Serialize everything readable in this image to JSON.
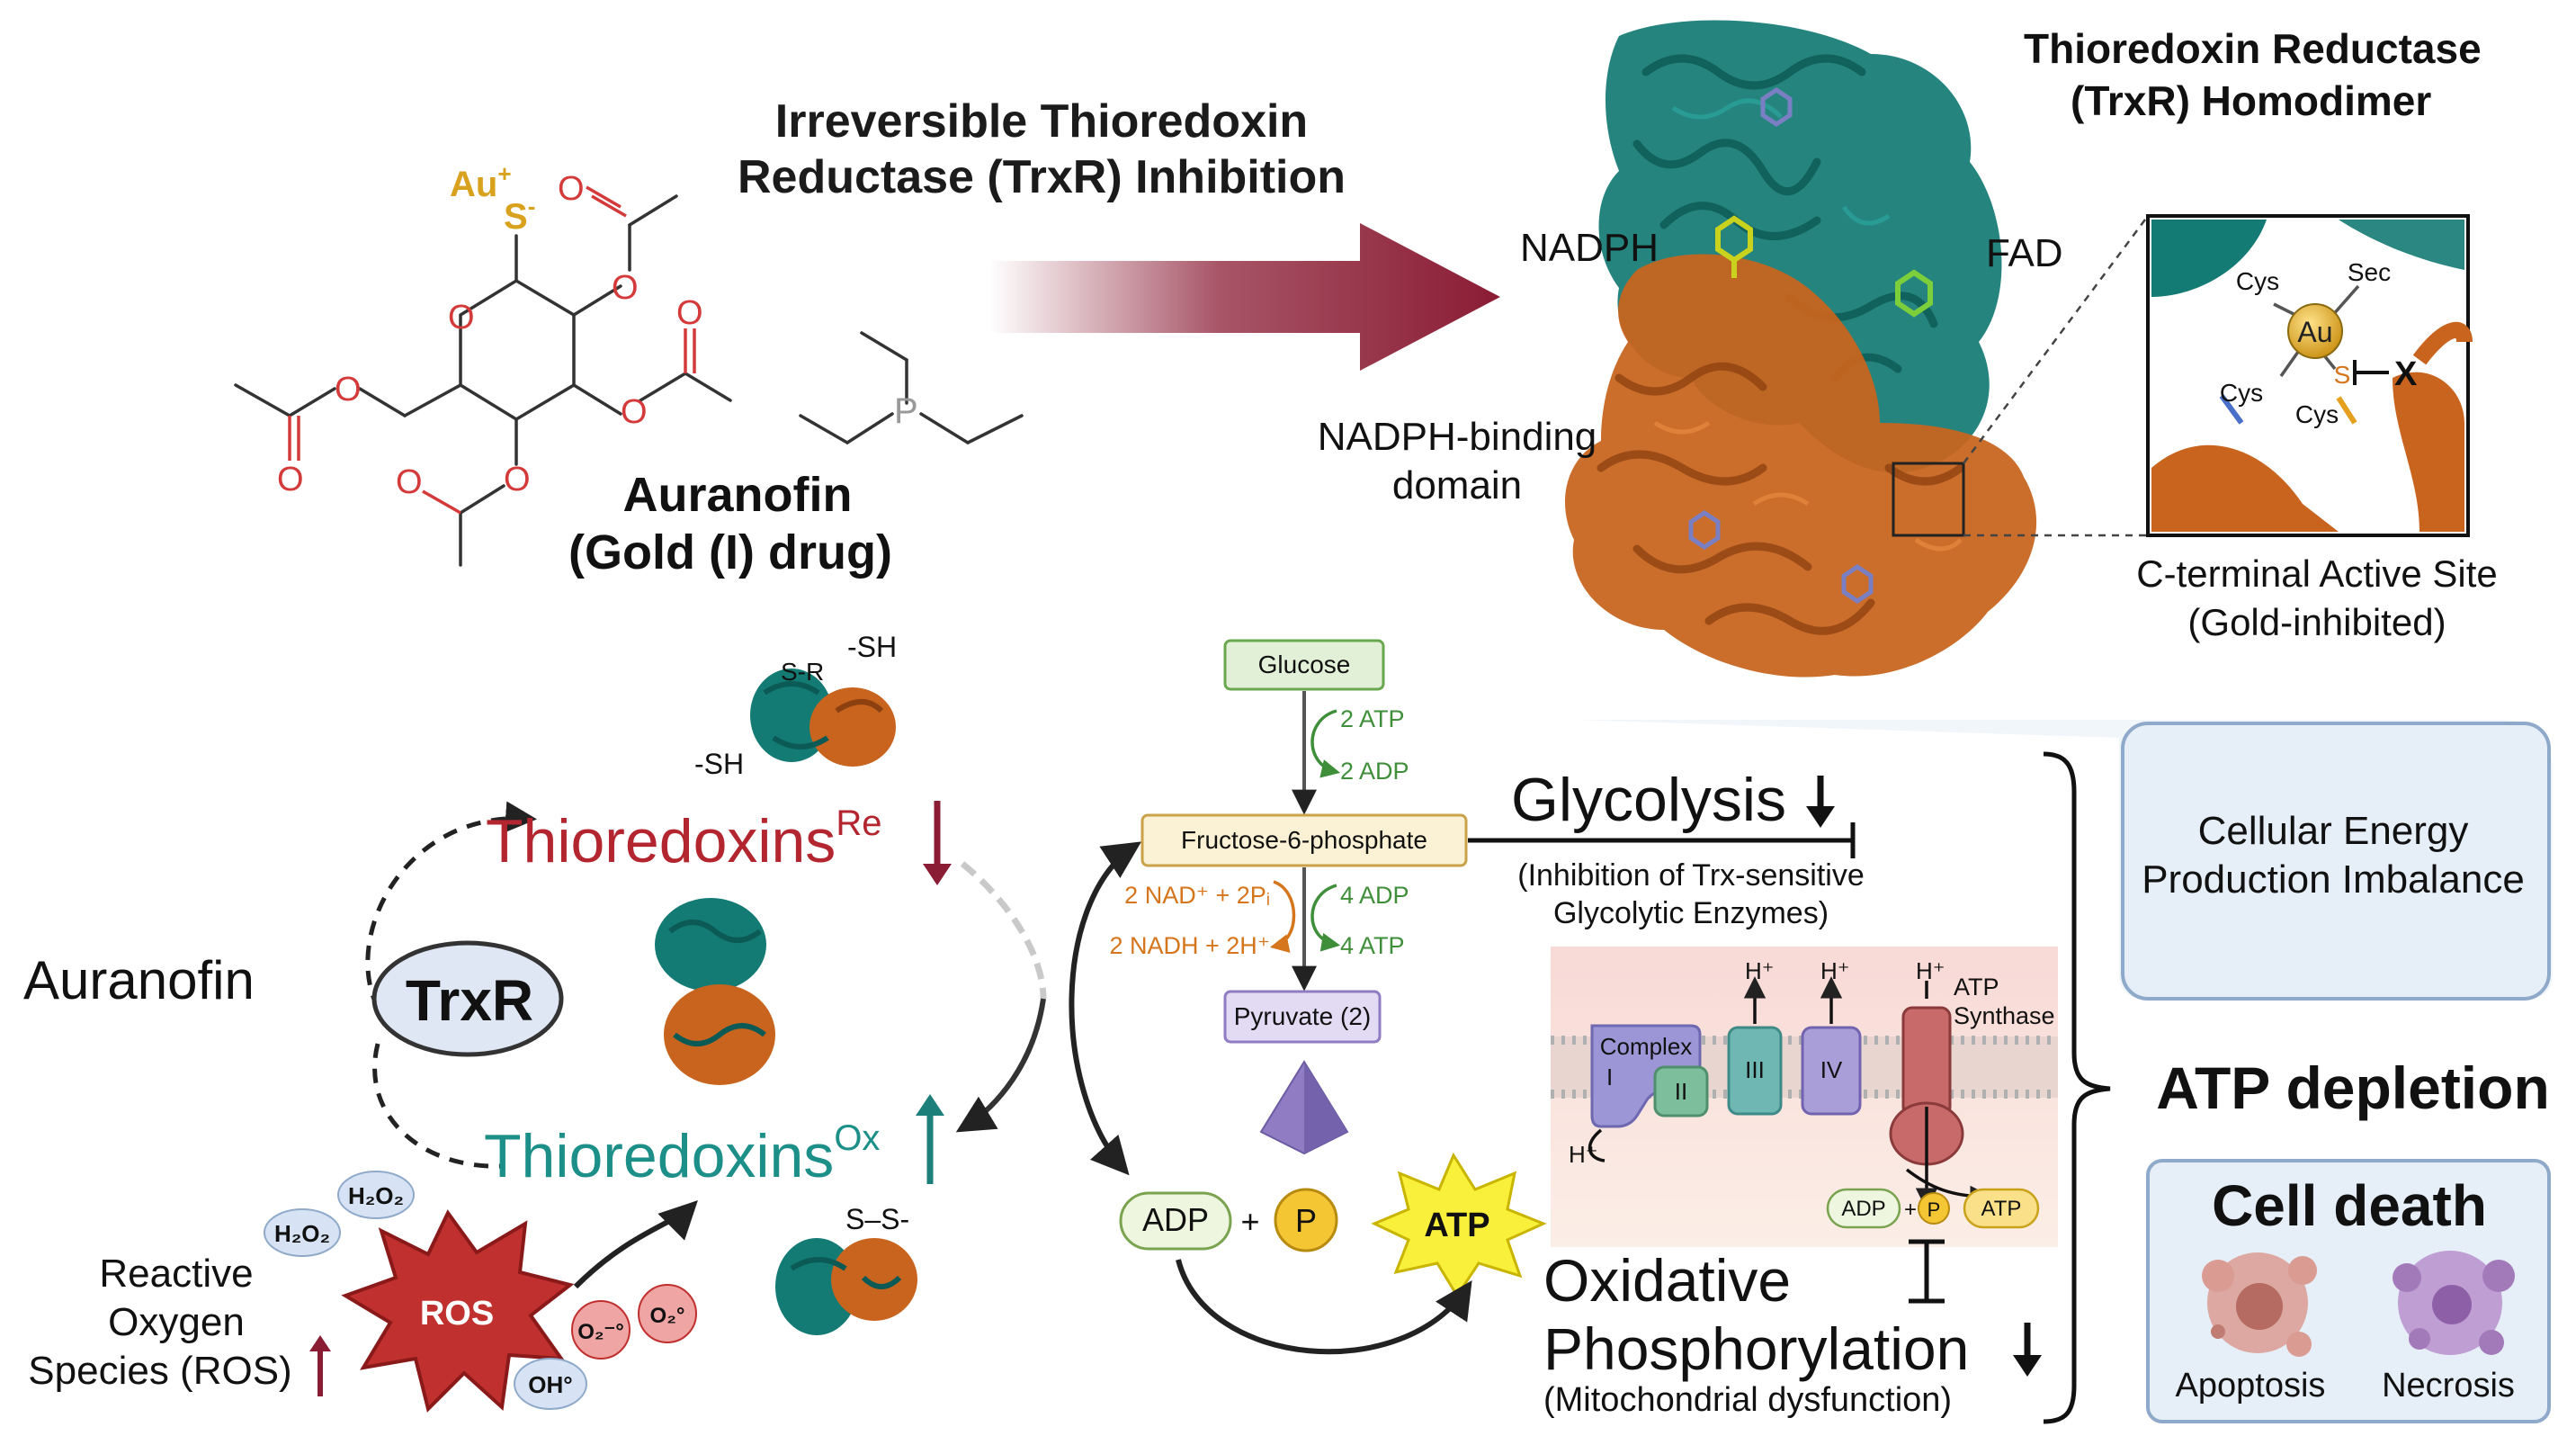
{
  "colors": {
    "teal": "#137a74",
    "orange": "#c8641e",
    "maroon": "#8a1c34",
    "red_text": "#b3262f",
    "teal_text": "#1c8f89",
    "green": "#3f8f3a",
    "orange_text": "#d5751c",
    "gold": "#e0a91d",
    "panel_blue": "#e6eef7",
    "panel_border": "#8ea9c9"
  },
  "top": {
    "arrow_title_line1": "Irreversible Thioredoxin",
    "arrow_title_line2": "Reductase (TrxR) Inhibition",
    "drug_name_line1": "Auranofin",
    "drug_name_line2": "(Gold (I) drug)",
    "molecule": {
      "au": "Au",
      "au_charge": "+",
      "s": "S",
      "s_charge": "-",
      "o": "O",
      "p": "P"
    },
    "protein_title_line1": "Thioredoxin Reductase",
    "protein_title_line2": "(TrxR) Homodimer",
    "label_nadph": "NADPH",
    "label_fad": "FAD",
    "label_binding_line1": "NADPH-binding",
    "label_binding_line2": "domain",
    "inset": {
      "cys1": "Cys",
      "sec": "Sec",
      "au": "Au",
      "cys2": "Cys",
      "s": "S",
      "cys3": "Cys",
      "x": "X"
    },
    "active_site_line1": "C-terminal Active Site",
    "active_site_line2": "(Gold-inhibited)"
  },
  "cycle": {
    "auranofin": "Auranofin",
    "trxr": "TrxR",
    "trx_re": "Thioredoxins",
    "trx_re_sup": "Re",
    "trx_ox": "Thioredoxins",
    "trx_ox_sup": "Ox",
    "sh1": "-SH",
    "sh2": "-SH",
    "sr": "S-R",
    "ss": "S–S-",
    "ros": "ROS",
    "ros_label_line1": "Reactive",
    "ros_label_line2": "Oxygen",
    "ros_label_line3": "Species (ROS)",
    "h2o2": "H₂O₂",
    "oh": "OH°",
    "o2": "O₂⁻°",
    "o2b": "O₂°"
  },
  "glycolysis": {
    "glucose": "Glucose",
    "atp2": "2 ATP",
    "adp2": "2 ADP",
    "f6p": "Fructose-6-phosphate",
    "nad": "2 NAD⁺ + 2Pᵢ",
    "nadh": "2 NADH + 2H⁺",
    "adp4": "4 ADP",
    "atp4": "4 ATP",
    "pyruvate": "Pyruvate (2)",
    "adp": "ADP",
    "plus": "+",
    "p": "P",
    "atp": "ATP",
    "title": "Glycolysis",
    "note_line1": "(Inhibition of Trx-sensitive",
    "note_line2": "Glycolytic Enzymes)"
  },
  "oxphos": {
    "complex": "Complex",
    "c1": "I",
    "c2": "II",
    "c3": "III",
    "c4": "IV",
    "hplus": "H⁺",
    "atp_synthase_line1": "ATP",
    "atp_synthase_line2": "Synthase",
    "adp": "ADP",
    "plus": "+",
    "p": "P",
    "atp": "ATP",
    "title_line1": "Oxidative",
    "title_line2": "Phosphorylation",
    "note": "(Mitochondrial dysfunction)"
  },
  "outcome": {
    "energy_line1": "Cellular Energy",
    "energy_line2": "Production Imbalance",
    "atp_depletion": "ATP depletion",
    "cell_death": "Cell death",
    "apoptosis": "Apoptosis",
    "necrosis": "Necrosis"
  }
}
